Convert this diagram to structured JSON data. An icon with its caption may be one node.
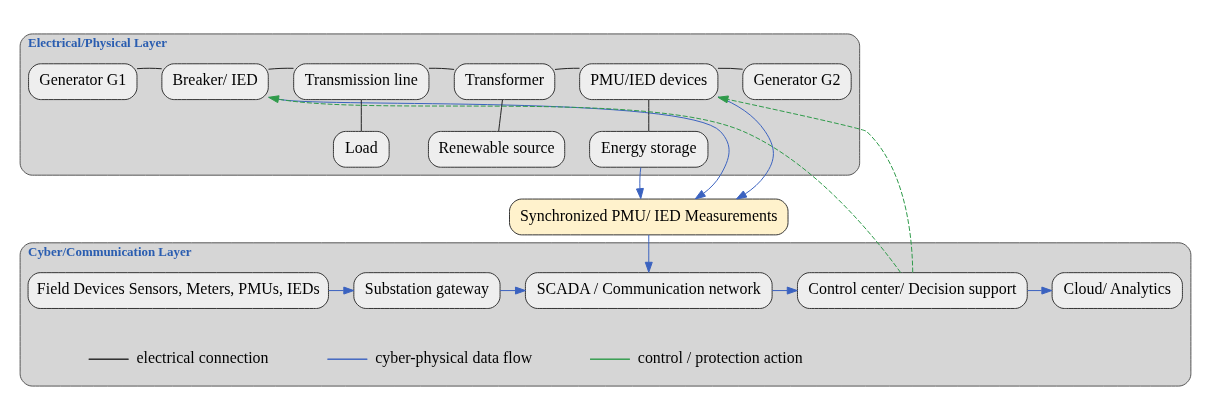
{
  "diagram": {
    "nodes": [
      {
        "text": [
          "Electrical/Physical Layer"
        ]
      },
      {
        "text": [
          "Generator G1"
        ],
        "in": 0
      },
      {
        "text": [
          "Breaker/ IED"
        ],
        "in": 0
      },
      {
        "text": [
          "Transmission line"
        ],
        "in": 0
      },
      {
        "text": [
          "Transformer"
        ],
        "in": 0
      },
      {
        "text": [
          "PMU/IED devices"
        ],
        "in": 0
      },
      {
        "text": [
          "Generator G2"
        ],
        "in": 0
      },
      {
        "text": [
          "Load"
        ],
        "in": 0
      },
      {
        "text": [
          "Renewable source"
        ],
        "in": 0
      },
      {
        "text": [
          "Energy storage"
        ],
        "in": 0
      },
      {
        "text": [
          "Synchronized PMU/ IED Measurements"
        ]
      },
      {
        "text": [
          "Cyber/Communication Layer"
        ]
      },
      {
        "text": [
          "Field Devices Sensors, Meters, PMUs, IEDs"
        ],
        "in": 11
      },
      {
        "text": [
          "Substation gateway"
        ],
        "in": 11
      },
      {
        "text": [
          "SCADA / Communication network"
        ],
        "in": 11
      },
      {
        "text": [
          "Control center/ Decision support"
        ],
        "in": 11
      },
      {
        "text": [
          "Cloud/ Analytics"
        ],
        "in": 11
      }
    ],
    "edges": [
      {
        "from": 1,
        "to": 2,
        "arrow": "none"
      },
      {
        "from": 2,
        "to": 3,
        "arrow": "none"
      },
      {
        "from": 3,
        "to": 4,
        "arrow": "none"
      },
      {
        "from": 4,
        "to": 5,
        "arrow": "none"
      },
      {
        "from": 5,
        "to": 6,
        "arrow": "none"
      },
      {
        "from": 3,
        "to": 7,
        "arrow": "none"
      },
      {
        "from": 4,
        "to": 8,
        "arrow": "none"
      },
      {
        "from": 5,
        "to": 9,
        "arrow": "none"
      },
      {
        "from": 2,
        "to": 10,
        "arrow": "to",
        "color": "#3a62c0"
      },
      {
        "from": 5,
        "to": 10,
        "arrow": "to",
        "color": "#3a62c0"
      },
      {
        "from": 9,
        "to": 10,
        "arrow": "to",
        "color": "#3a62c0"
      },
      {
        "from": 10,
        "to": 14,
        "arrow": "to",
        "color": "#3a62c0"
      },
      {
        "from": 12,
        "to": 13,
        "arrow": "to",
        "color": "#3a62c0"
      },
      {
        "from": 13,
        "to": 14,
        "arrow": "to",
        "color": "#3a62c0"
      },
      {
        "from": 14,
        "to": 15,
        "arrow": "to",
        "color": "#3a62c0"
      },
      {
        "from": 15,
        "to": 16,
        "arrow": "to",
        "color": "#3a62c0"
      },
      {
        "from": 15,
        "to": 2,
        "arrow": "to",
        "style": "dashed",
        "color": "#2e9a4a"
      },
      {
        "from": 15,
        "to": 5,
        "arrow": "to",
        "style": "dashed",
        "color": "#2e9a4a"
      }
    ],
    "legend": [
      {
        "text": "electrical connection"
      },
      {
        "text": "cyber-physical data flow"
      },
      {
        "text": "control / protection action"
      }
    ]
  }
}
